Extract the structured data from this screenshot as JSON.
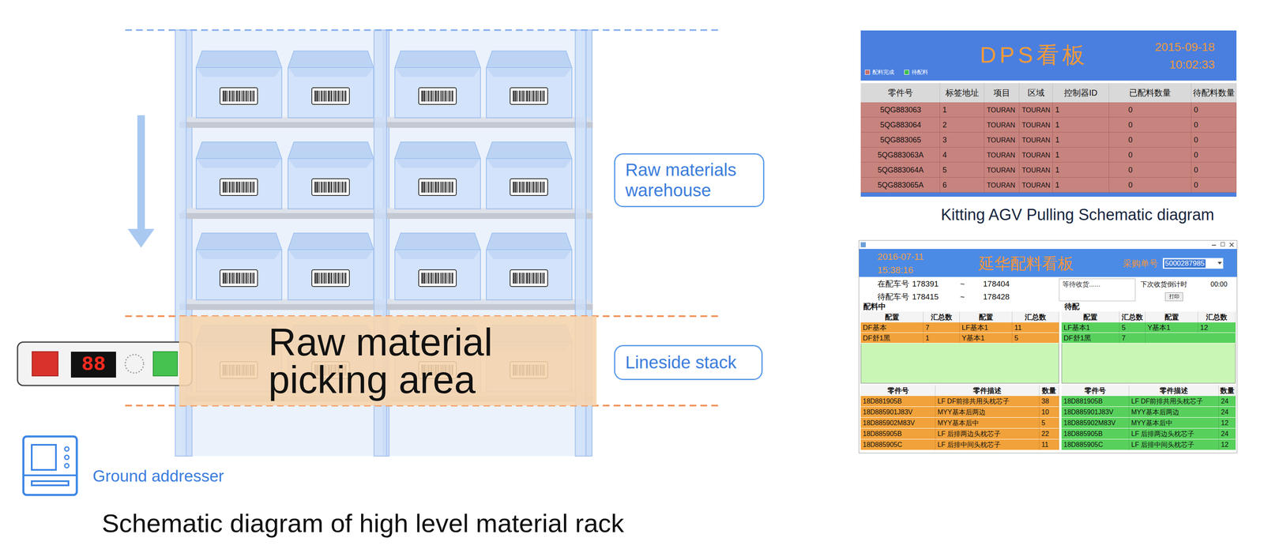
{
  "diagram": {
    "caption": "Schematic diagram of high level material rack",
    "nodes": [
      {
        "text": [
          "Raw materials warehouse"
        ]
      },
      {
        "text": [
          "Raw material picking area"
        ]
      },
      {
        "text": [
          "Lineside stack"
        ]
      },
      {
        "text": [
          "88"
        ]
      }
    ],
    "labels": [
      "Ground addresser",
      "Kitting AGV Pulling Schematic diagram",
      "DPS看板",
      "2015-09-18",
      "10:02:33",
      "零件号",
      "标签地址",
      "项目",
      "区域",
      "控制器ID",
      "已配料数量",
      "待配料数量",
      "5QG883063",
      "1",
      "TOURAN",
      "TOURAN",
      "1",
      "0",
      "0",
      "5QG883064",
      "2",
      "TOURAN",
      "TOURAN",
      "1",
      "0",
      "0",
      "5QG883065",
      "3",
      "TOURAN",
      "TOURAN",
      "1",
      "0",
      "0",
      "5QG883063A",
      "4",
      "TOURAN",
      "TOURAN",
      "1",
      "0",
      "0",
      "5QG883064A",
      "5",
      "TOURAN",
      "TOURAN",
      "1",
      "0",
      "0",
      "5QG883065A",
      "6",
      "TOURAN",
      "TOURAN",
      "1",
      "0",
      "0",
      "2016-07-11",
      "15:38:16",
      "延华配料看板",
      "采购单号",
      "5000287985",
      "在配车号",
      "178391",
      "~",
      "178404",
      "待配车号",
      "178415",
      "~",
      "178428",
      "等待收货......",
      "下次收货倒计时",
      "00:00",
      "打印",
      "配料中",
      "待配",
      "配置",
      "汇总数",
      "配置",
      "汇总数",
      "DF基本",
      "7",
      "LF基本1",
      "11",
      "DF舒1黑",
      "1",
      "Y基本1",
      "5",
      "配置",
      "汇总数",
      "配置",
      "汇总数",
      "LF基本1",
      "5",
      "Y基本1",
      "12",
      "DF舒1黑",
      "7",
      "零件号",
      "零件描述",
      "数量",
      "18D881905B",
      "LF DF前排共用头枕芯子",
      "38",
      "18D885901J83V",
      "MYY基本后两边",
      "10",
      "18D885902M83V",
      "MYY基本后中",
      "5",
      "18D885905B",
      "LF 后排两边头枕芯子",
      "22",
      "18D885905C",
      "LF 后排中间头枕芯子",
      "11",
      "零件号",
      "零件描述",
      "数量",
      "18D881905B",
      "LF DF前排共用头枕芯子",
      "24",
      "18D885901J83V",
      "MYY基本后两边",
      "24",
      "18D885902M83V",
      "MYY基本后中",
      "12",
      "18D885905B",
      "LF 后排两边头枕芯子",
      "24",
      "18D885905C",
      "LF 后排中间头枕芯子",
      "12"
    ],
    "legend": [
      {
        "text": "配料完成",
        "color": "#c8706a"
      },
      {
        "text": "待配料",
        "color": "#3fbf4f"
      }
    ]
  }
}
